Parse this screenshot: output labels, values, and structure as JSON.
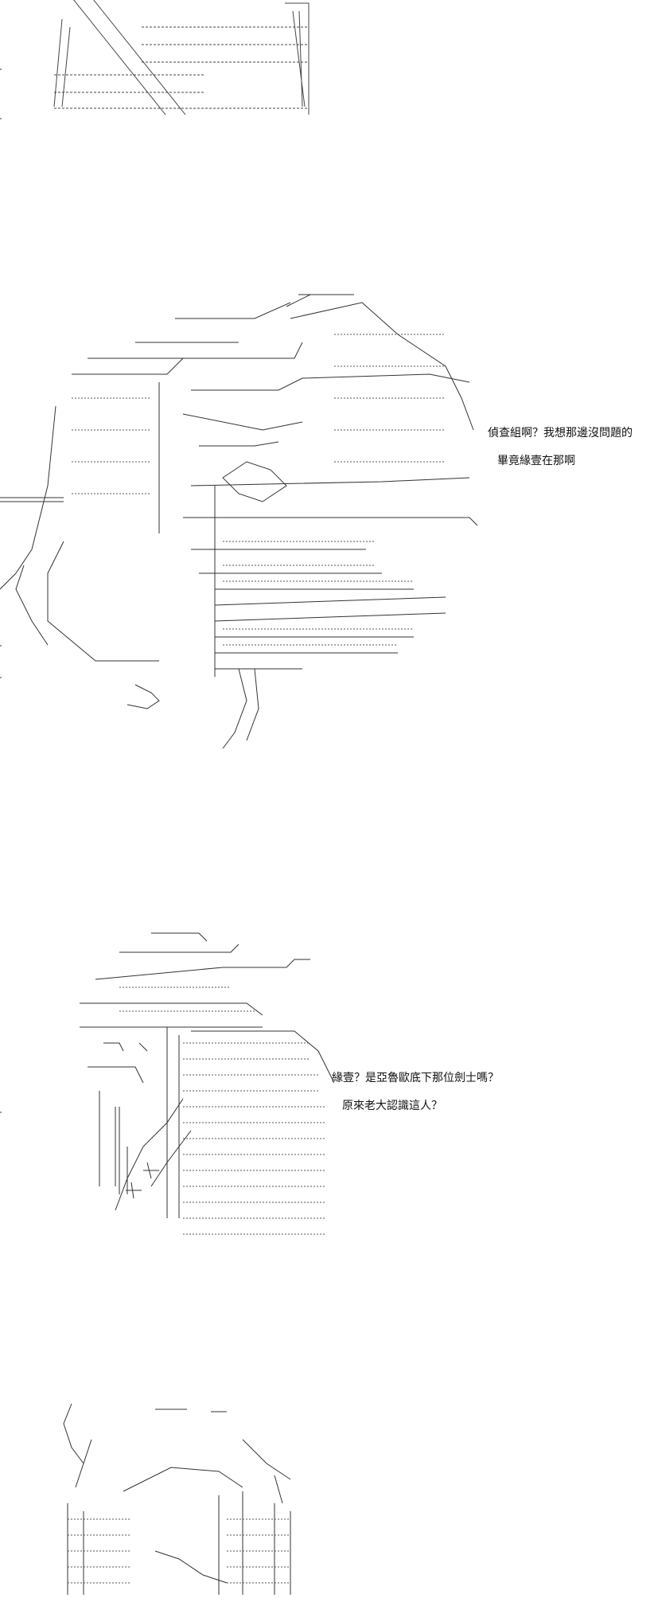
{
  "scenes": [
    {
      "dialogue": []
    },
    {
      "dialogue": [
        "偵查組啊？我想那邊沒問題的",
        "畢竟緣壹在那啊"
      ]
    },
    {
      "dialogue": [
        "緣壹？是亞魯歐底下那位劍士嗎？",
        "原來老大認識這人？"
      ]
    },
    {
      "dialogue": []
    }
  ]
}
